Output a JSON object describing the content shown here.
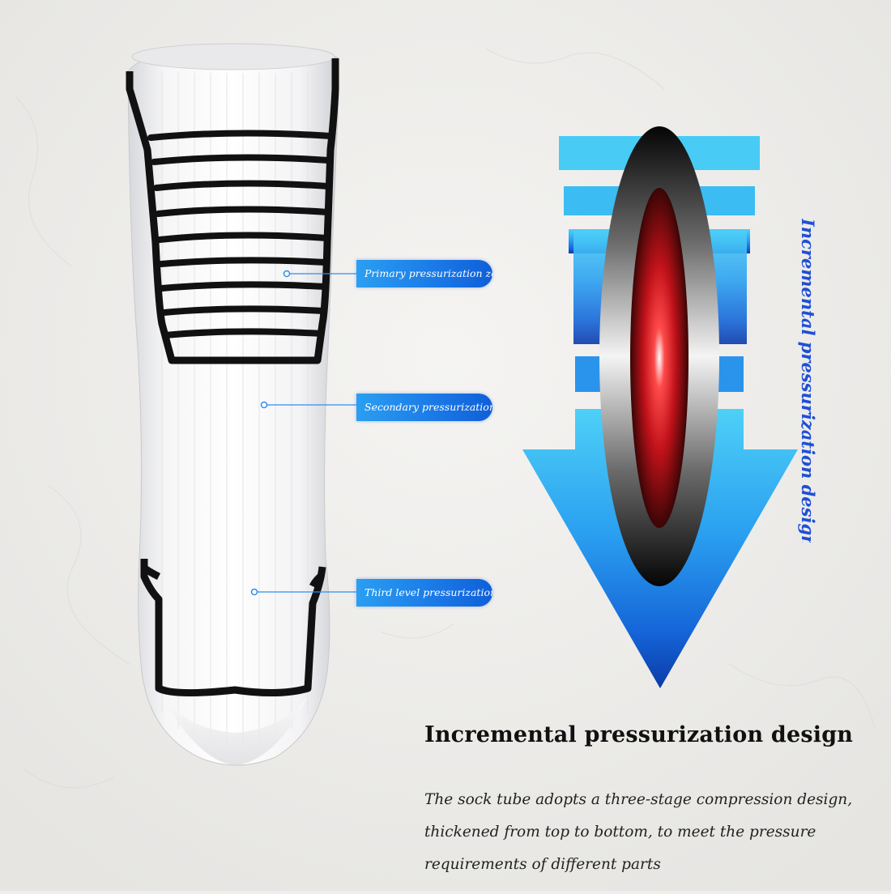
{
  "callouts": [
    {
      "label": "Primary pressurization zone"
    },
    {
      "label": "Secondary pressurization zone"
    },
    {
      "label": "Third level pressurization zone"
    }
  ],
  "side_title": "Incremental pressurization design",
  "main_title": "Incremental pressurization design",
  "description_lines": [
    "The sock tube adopts a three-stage compression design,",
    "thickened from top to bottom, to meet the pressure",
    "requirements of different parts"
  ],
  "colors": {
    "background": "#efeeec",
    "callout_blue": "#1a78e6",
    "arrow_light": "#3fc4f4",
    "arrow_dark": "#0b3fb0",
    "side_title": "#1f4fd6",
    "heat_red": "#e0161b"
  },
  "icons": {
    "sock": "white-crew-sock",
    "arrow": "downward-pressure-arrow",
    "heat": "pressure-gradient-ellipse"
  }
}
